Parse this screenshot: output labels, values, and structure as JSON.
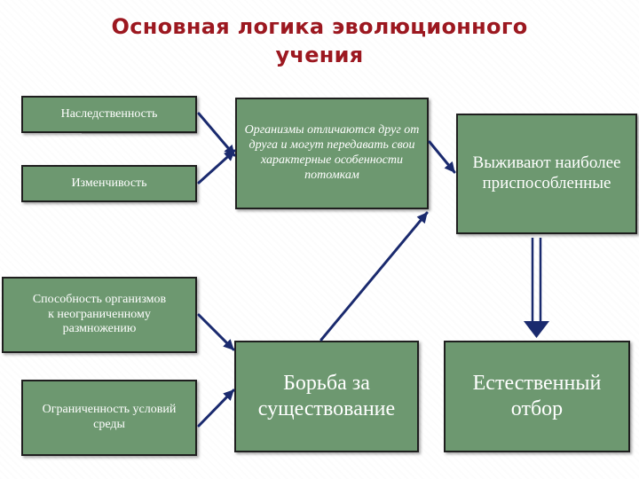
{
  "title": {
    "line1": "Основная логика эволюционного",
    "line2": "учения"
  },
  "boxes": {
    "heredity": "Наследственность",
    "variability": "Изменчивость",
    "reproduction": "Способность организмов к неограниченному размножению",
    "limited_conditions": "Ограниченность условий среды",
    "inheritance": "Организмы отличаются друг от друга и могут передавать свои характерные особенности потомкам",
    "struggle": "Борьба за существование",
    "survival": "Выживают наиболее приспособленные",
    "selection": "Естественный отбор"
  },
  "colors": {
    "box_fill": "#6d9870",
    "box_border": "#1f1f1f",
    "arrow": "#1a2a6e",
    "title": "#9c1820"
  }
}
